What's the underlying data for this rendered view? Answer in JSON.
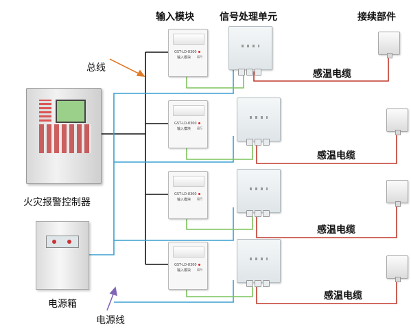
{
  "headers": {
    "input_module": "输入模块",
    "signal_unit": "信号处理单元",
    "junction_part": "接续部件"
  },
  "labels": {
    "bus": "总线",
    "controller": "火灾报警控制器",
    "power_box": "电源箱",
    "power_line": "电源线",
    "cable": "感温电缆"
  },
  "module_text": {
    "model": "GST-LD-8300",
    "name": "输入模块",
    "run": "运行"
  },
  "colors": {
    "bus_wire": "#111111",
    "power_wire": "#3a9fd0",
    "signal_wire": "#7cc35a",
    "heat_cable": "#c0392b",
    "bus_arrow": "#e07b28",
    "power_arrow": "#8064b8"
  }
}
